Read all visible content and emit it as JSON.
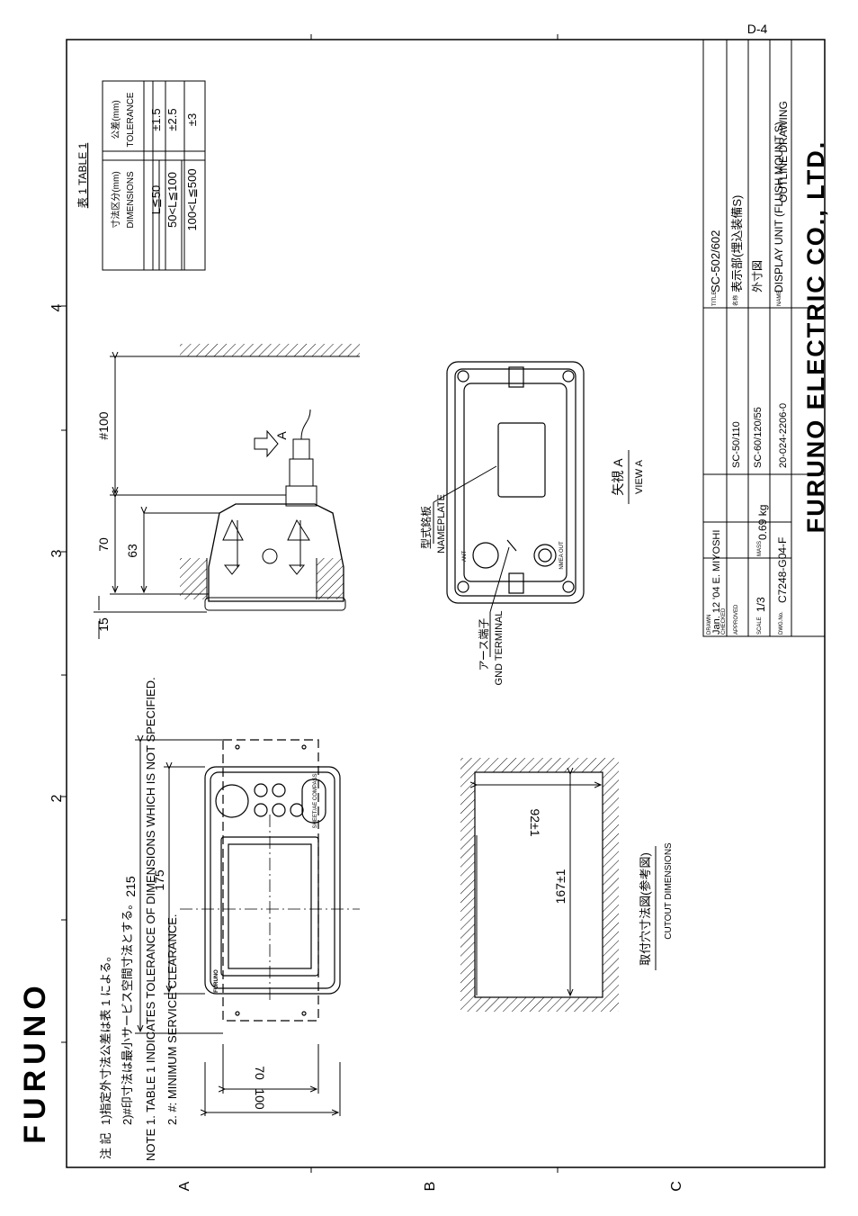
{
  "page_code": "D-4",
  "brand_logo": "FURUNO",
  "grid": {
    "columns": [
      "4",
      "3",
      "2"
    ],
    "rows": [
      "A",
      "B",
      "C"
    ]
  },
  "table1": {
    "title": "表 1 TABLE 1",
    "col1_header_jp": "寸法区分(mm)",
    "col1_header_en": "DIMENSIONS",
    "col2_header_jp": "公差(mm)",
    "col2_header_en": "TOLERANCE",
    "rows": [
      {
        "dim": "L≦50",
        "tol": "±1.5"
      },
      {
        "dim": "50<L≦100",
        "tol": "±2.5"
      },
      {
        "dim": "100<L≦500",
        "tol": "±3"
      }
    ]
  },
  "side_view": {
    "dim_100": "#100",
    "dim_70": "70",
    "dim_63": "63",
    "dim_15": "15",
    "view_arrow": "A"
  },
  "front_view": {
    "dim_215": "215",
    "dim_175": "175",
    "dim_70": "70",
    "dim_100": "100",
    "panel_label": "SHEET/AE COMPASS",
    "logo": "FURUNO"
  },
  "view_a": {
    "title_jp": "矢視 A",
    "title_en": "VIEW A",
    "nameplate_jp": "型式銘板",
    "nameplate_en": "NAMEPLATE",
    "gnd_jp": "アース端子",
    "gnd_en": "GND TERMINAL",
    "ant_label": "ANT",
    "nmea_label": "NMEA OUT"
  },
  "cutout": {
    "dim_92": "92±1",
    "dim_167": "167±1",
    "title_jp": "取付穴寸法図(参考図)",
    "title_en": "CUTOUT DIMENSIONS"
  },
  "notes": {
    "jp_header": "注 記",
    "jp1": "1)指定外寸法公差は表 1 による。",
    "jp2": "2)#印寸法は最小サービス空間寸法とする。",
    "en_header": "NOTE",
    "en1": "1.  TABLE 1 INDICATES TOLERANCE OF DIMENSIONS WHICH IS NOT SPECIFIED.",
    "en2": "2.  #: MINIMUM SERVICE CLEARANCE."
  },
  "title_block": {
    "drawn_label": "DRAWN",
    "drawn_value": "Jan. 12 '04   E. MIYOSHI",
    "checked_label": "CHECKED",
    "approved_label": "APPROVED",
    "scale_label": "SCALE",
    "scale_value": "1/3",
    "mass_label": "MASS",
    "mass_value": "0.69 kg",
    "dwg_label": "DWG.No.",
    "dwg_value": "C7248-G04-F",
    "ref1": "SC-50/110",
    "ref2": "SC-60/120/55",
    "ref3": "20-024-2206-0",
    "title_label": "TITLE",
    "title_value": "SC-502/602",
    "name_jp_label": "名称",
    "name_jp": "表示部(埋込装備S)",
    "name_jp2": "外寸図",
    "name_label": "NAME",
    "name_en": "DISPLAY UNIT (FLUSH MOUNT S)",
    "name_en2": "OUTLINE DRAWING",
    "company": "FURUNO ELECTRIC CO., LTD."
  }
}
